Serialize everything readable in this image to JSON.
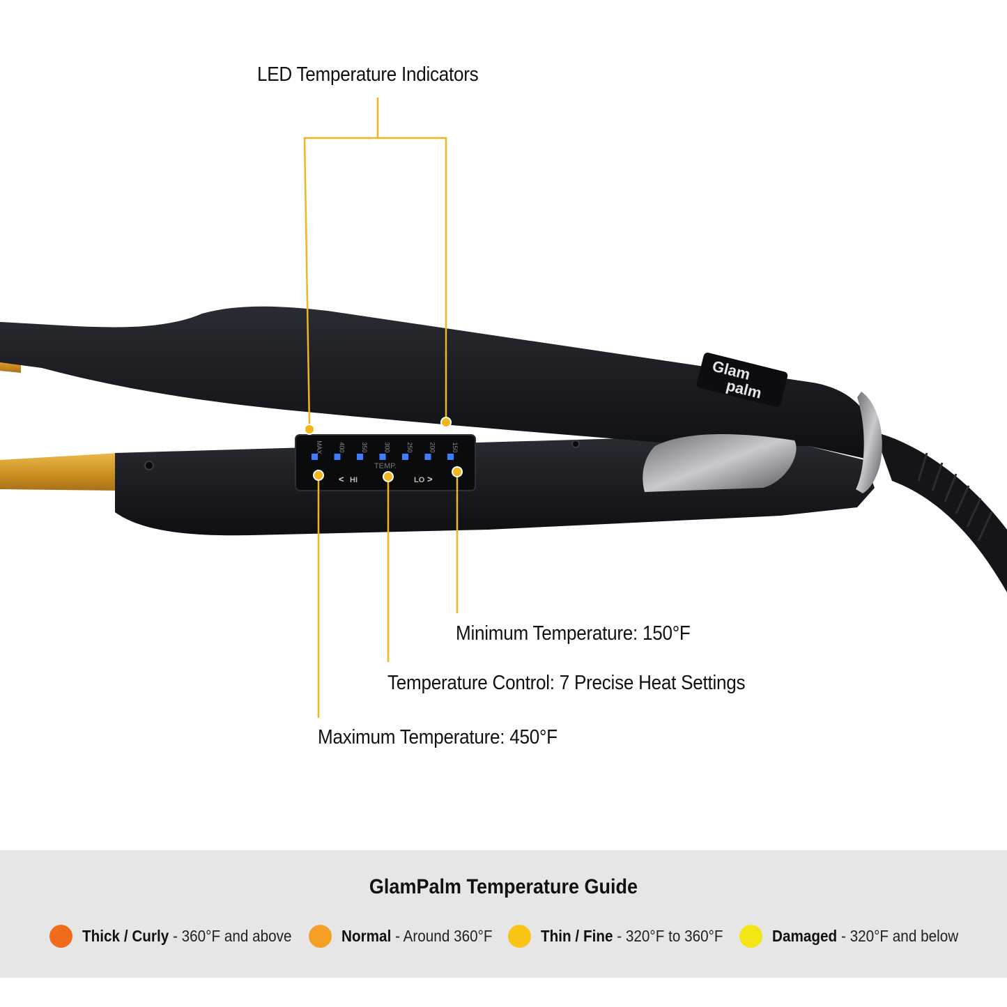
{
  "callouts": {
    "led_indicators": "LED Temperature Indicators",
    "minimum": "Minimum Temperature: 150°F",
    "control": "Temperature Control: 7 Precise Heat Settings",
    "maximum": "Maximum Temperature: 450°F"
  },
  "device": {
    "logo_line1": "Glam",
    "logo_line2": "palm",
    "scale_labels": [
      "MAX",
      "400",
      "350",
      "300",
      "250",
      "200",
      "150"
    ],
    "panel_hi": "HI",
    "panel_lo": "LO",
    "panel_temp": "TEMP.",
    "led_color": "#3f7dff"
  },
  "guide": {
    "title": "GlamPalm Temperature Guide",
    "items": [
      {
        "label": "Thick / Curly",
        "detail": " - 360°F  and above",
        "color": "#f26a1b"
      },
      {
        "label": "Normal",
        "detail": " - Around 360°F",
        "color": "#f4a024"
      },
      {
        "label": "Thin / Fine",
        "detail": " - 320°F to 360°F",
        "color": "#f8c516"
      },
      {
        "label": "Damaged",
        "detail": " - 320°F and below",
        "color": "#f2e415"
      }
    ]
  },
  "colors": {
    "callout_line": "#f2b51c",
    "body": "#1b1d22",
    "gold_plate": "#d9a22e"
  }
}
